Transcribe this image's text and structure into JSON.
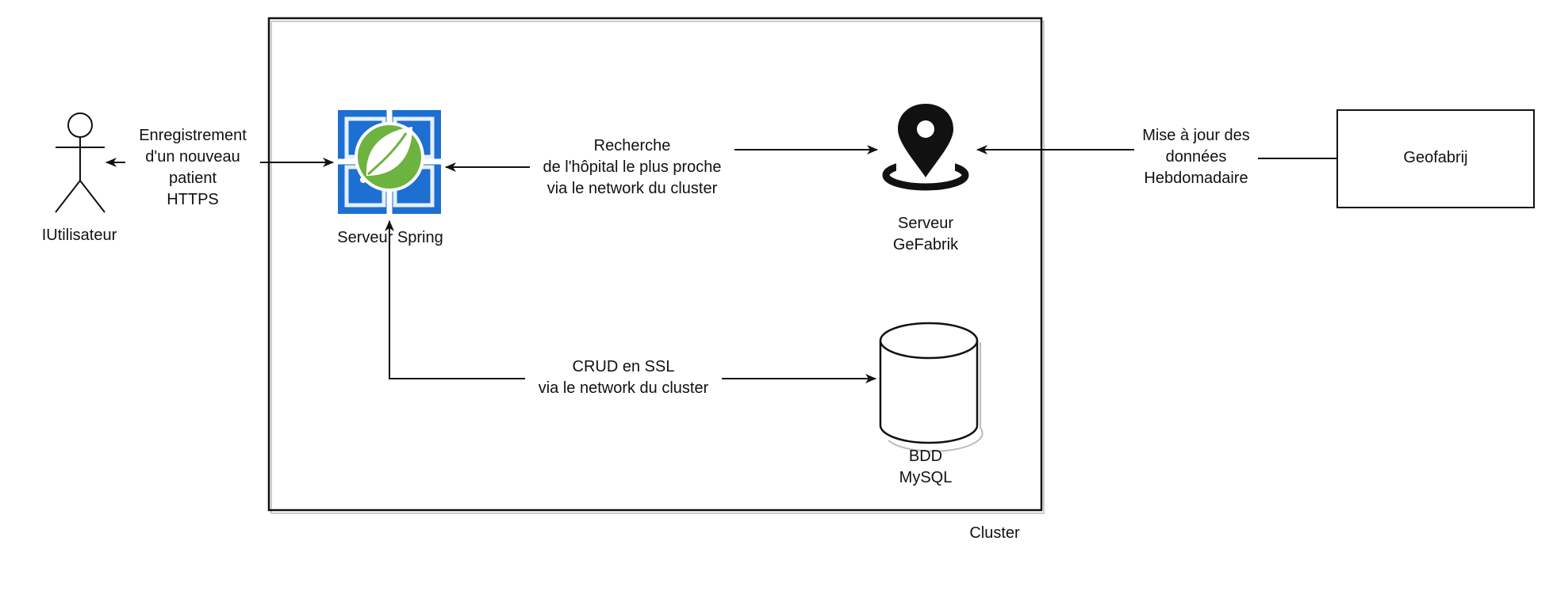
{
  "cluster": {
    "label": "Cluster"
  },
  "nodes": {
    "user": {
      "label": "IUtilisateur",
      "icon": "person-icon"
    },
    "spring": {
      "label": "Serveur Spring",
      "icon": "spring-leaf-icon",
      "accent": "#6db33f",
      "tile_color": "#1d6fd1"
    },
    "gefabrik": {
      "label_lines": [
        "Serveur",
        "GeFabrik"
      ],
      "icon": "location-pin-icon"
    },
    "bdd": {
      "label_lines": [
        "BDD",
        "MySQL"
      ],
      "icon": "database-cylinder-icon"
    },
    "geofabrij": {
      "label": "Geofabrij"
    }
  },
  "edges": {
    "user_spring": {
      "label_lines": [
        "Enregistrement",
        "d'un nouveau",
        "patient",
        "HTTPS"
      ]
    },
    "spring_gefabrik": {
      "label_lines": [
        "Recherche",
        "de l'hôpital le plus proche",
        "via le network du cluster"
      ]
    },
    "spring_bdd": {
      "label_lines": [
        "CRUD  en SSL",
        "via le network du cluster"
      ]
    },
    "geofabrij_gefabrik": {
      "label_lines": [
        "Mise à jour des",
        "données",
        "Hebdomadaire"
      ]
    }
  }
}
